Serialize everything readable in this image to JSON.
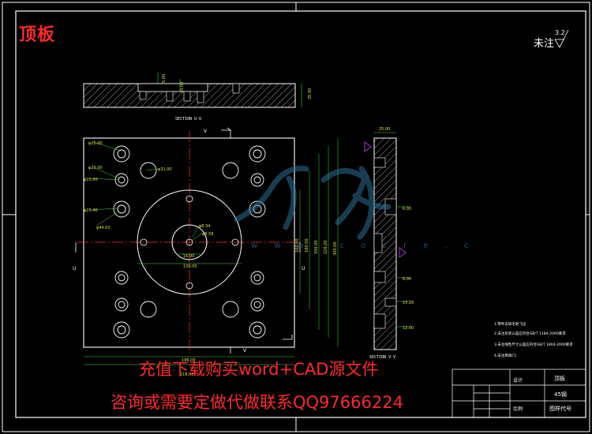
{
  "title": "顶板",
  "promo": {
    "line1": "充值下载购买word+CAD源文件",
    "line2": "咨询或需要定做代做联系QQ97666224"
  },
  "unmarked_label": "未注",
  "roughness": "3.2",
  "watermark": "w w w . c o c r e . c",
  "sections": {
    "top": "SECTION U-U",
    "side": "SECTION V-V"
  },
  "dims": {
    "t1": "5.00",
    "t2": "10.00",
    "t3": "35.00",
    "side_top": "25.00",
    "s1": "6.00",
    "s2": "6.00",
    "s3": "15.20",
    "s4": "12.00",
    "d1": "φ25.00",
    "d2": "φ23.00",
    "d3": "φ25.00",
    "d4": "φ25.40",
    "d5": "φ44.02",
    "d6": "φ31.00",
    "d7": "φ8.34",
    "d8": "φ8.58",
    "h1": "16.00",
    "h2": "130.00",
    "h3": "196.00",
    "h4": "218.00",
    "v1": "160.00",
    "v2": "180.00",
    "v3": "200.00",
    "v4": "220.00",
    "v5": "300.00"
  },
  "markers": {
    "u": "U",
    "v": "V"
  },
  "notes": [
    "1.零件去除毛刺飞边",
    "2.未注形状公差应符合GB/T 1184-2000要求",
    "3.未注线性尺寸公差应符合GB/T 1804-2000要求",
    "4.未注倒角C1"
  ],
  "title_block": {
    "name": "顶板",
    "material": "45钢",
    "scale": "比例",
    "drawing_no": "图样代号",
    "designer": "设计"
  },
  "colors": {
    "bg": "#000000",
    "line": "#ffffff",
    "center": "#ff3030",
    "dim": "#40e040",
    "dimtext": "#e0e040",
    "accent_red": "#ff2a2a",
    "watermark": "#2a6f95",
    "marker": "#c040ff"
  }
}
